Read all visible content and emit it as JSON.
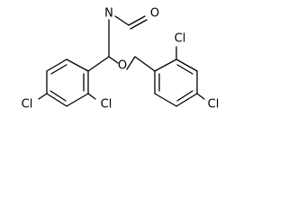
{
  "structure": {
    "atoms": {
      "amide_n": "N",
      "carbonyl_o": "O",
      "ether_o": "O",
      "chlorines": [
        "Cl",
        "Cl",
        "Cl",
        "Cl"
      ]
    },
    "colors": {
      "bond": "#000000",
      "label": "#000000",
      "background": "#ffffff"
    }
  }
}
